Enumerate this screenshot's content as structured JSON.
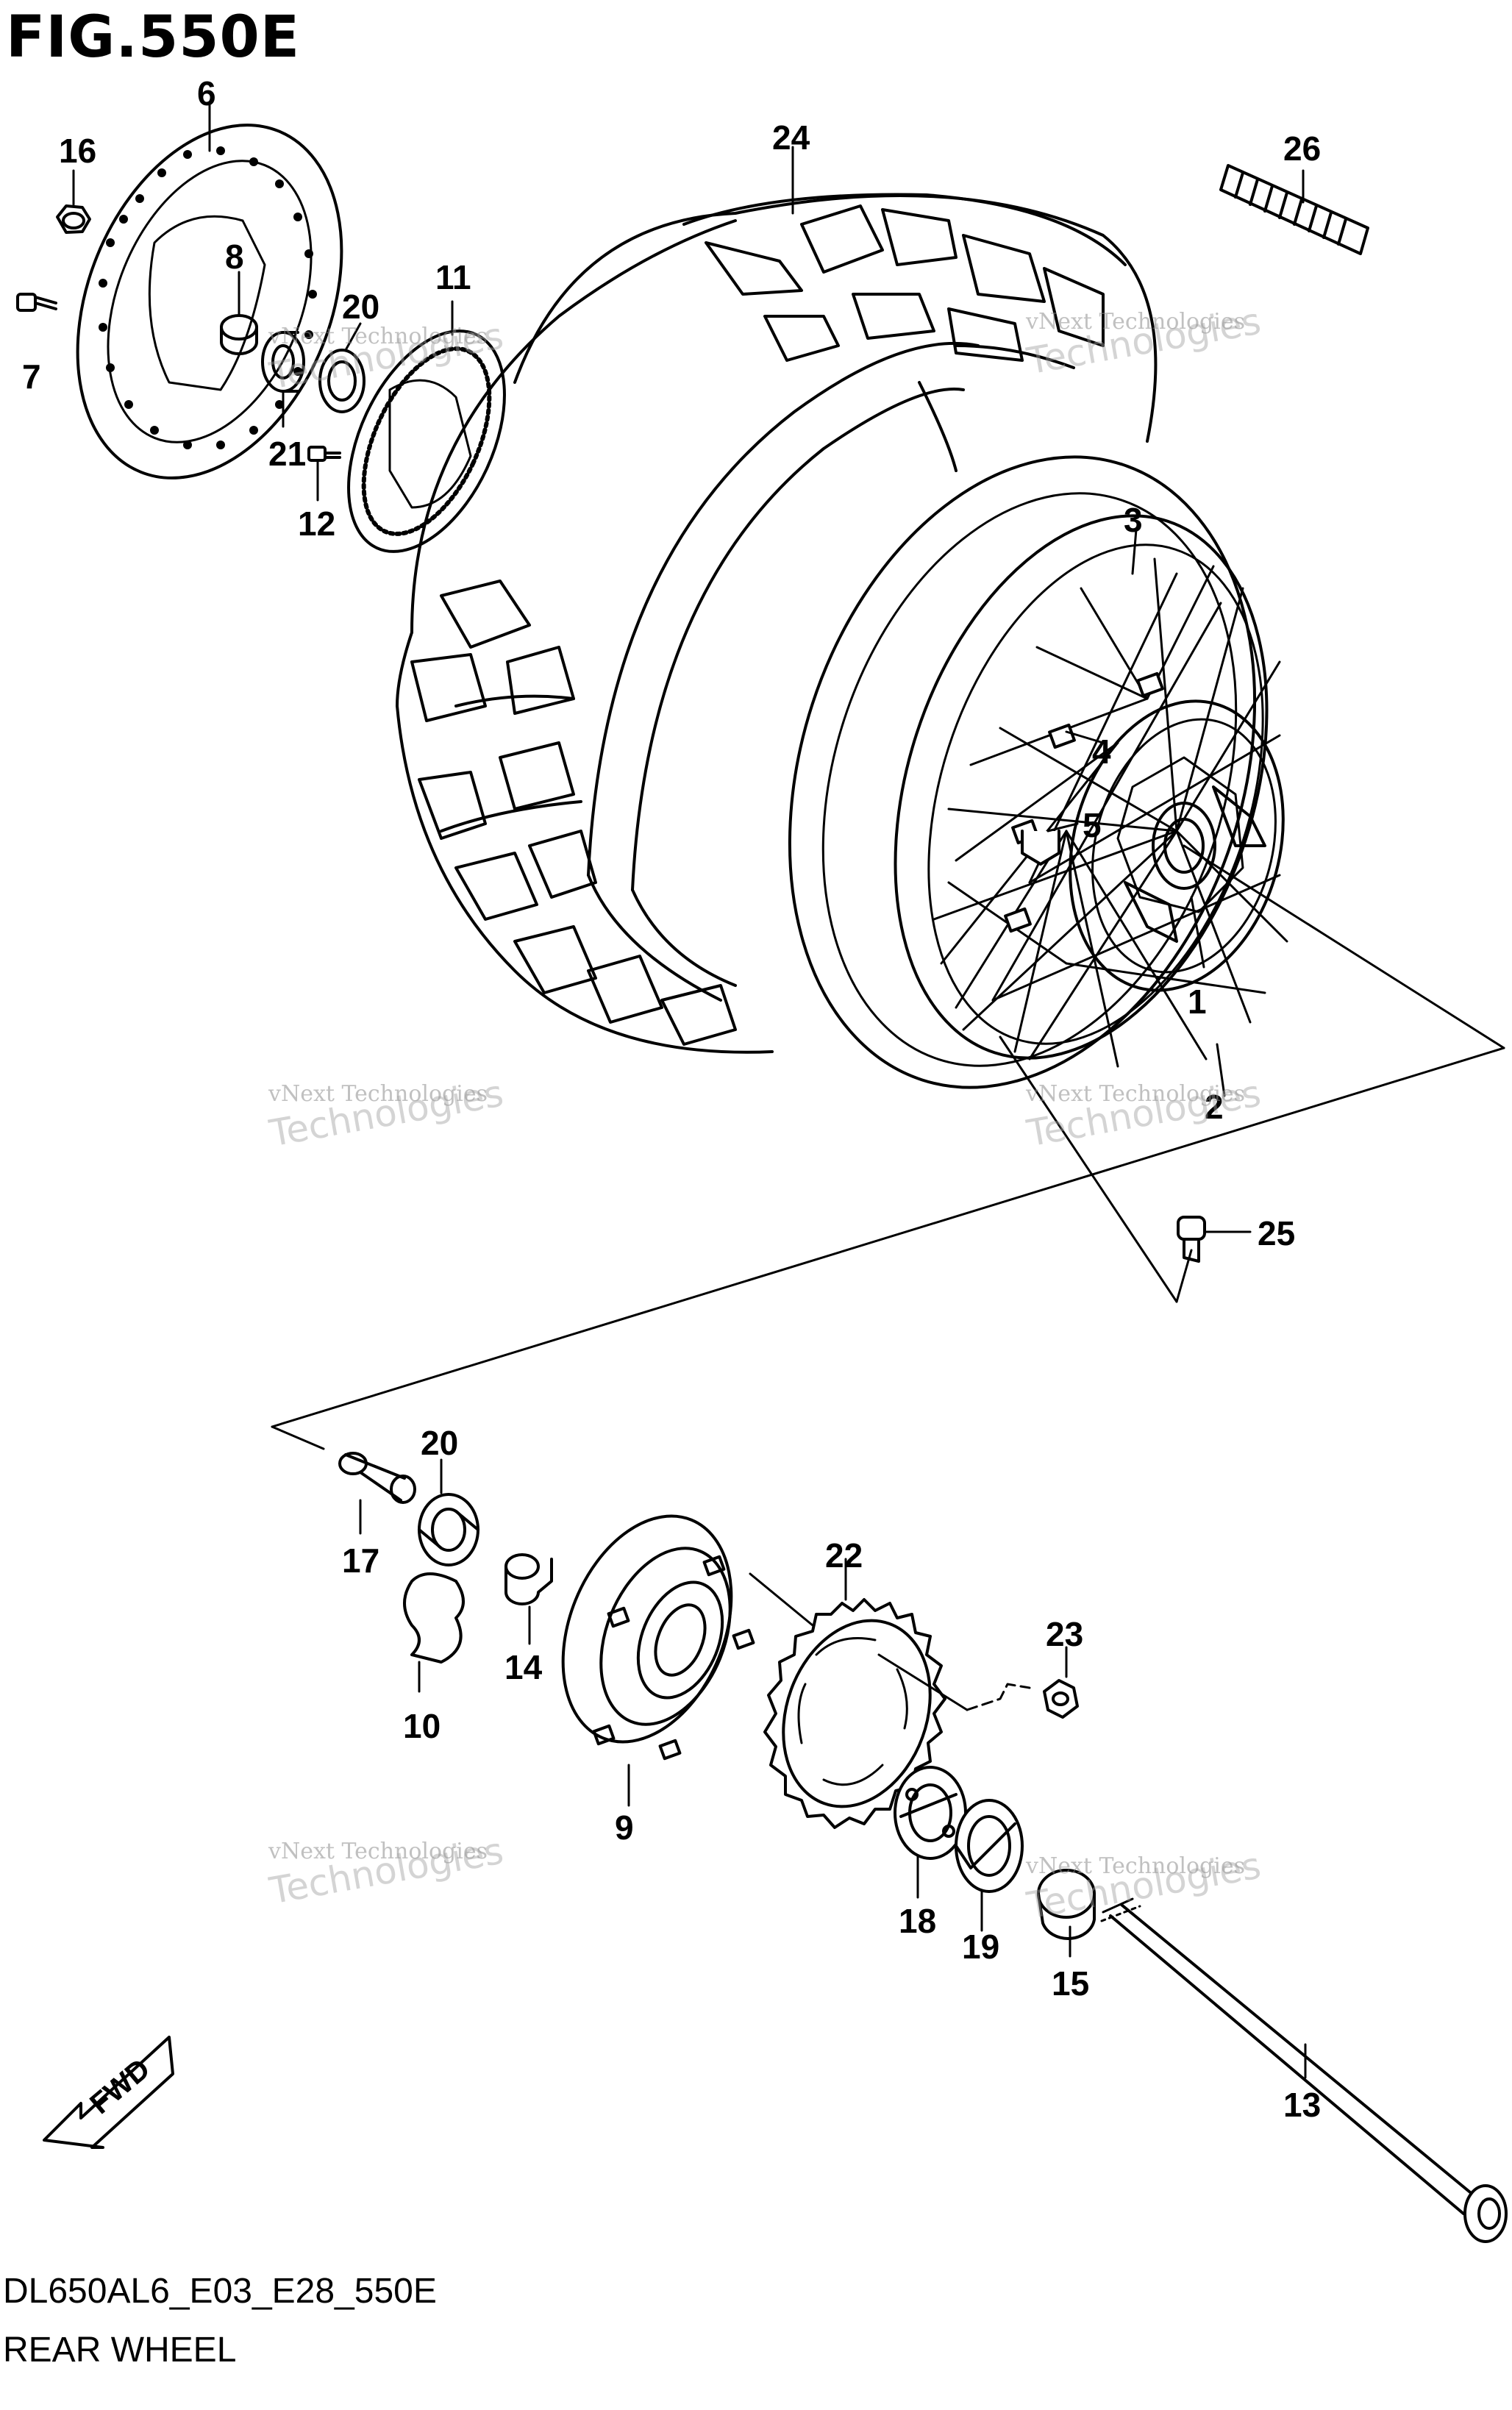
{
  "figure": {
    "title": "FIG.550E",
    "code": "DL650AL6_E03_E28_550E",
    "caption": "REAR WHEEL"
  },
  "callouts": [
    "1",
    "2",
    "3",
    "4",
    "5",
    "6",
    "7",
    "8",
    "9",
    "10",
    "11",
    "12",
    "13",
    "14",
    "15",
    "16",
    "17",
    "18",
    "19",
    "20",
    "20",
    "21",
    "22",
    "23",
    "24",
    "25",
    "26"
  ],
  "arrow_label": "FWD",
  "watermark": {
    "line1": "vNext Technologies",
    "line2": "Technologies"
  },
  "colors": {
    "ink": "#000000",
    "paper": "#ffffff",
    "watermark": "#8c8c8c"
  }
}
